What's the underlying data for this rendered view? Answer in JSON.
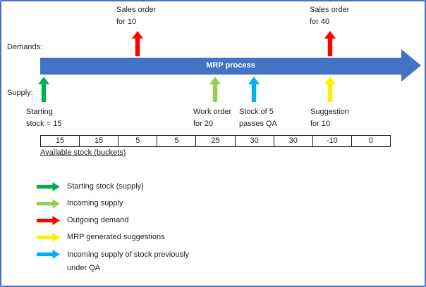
{
  "colors": {
    "process_blue": "#4472C4",
    "starting_green": "#00B050",
    "incoming_green": "#92D050",
    "demand_red": "#FF0000",
    "suggestion_yellow": "#FFF000",
    "qa_cyan": "#00B0F0",
    "frame_blue": "#4472C4"
  },
  "icons": {
    "up_arrow": "block-up-arrow",
    "right_arrow": "block-right-arrow"
  },
  "labels": {
    "demands": "Demands:",
    "supply": "Supply:"
  },
  "process_arrow": {
    "label": "MRP process"
  },
  "annotations": {
    "sales_order_1": {
      "line1": "Sales order",
      "line2": "for 10"
    },
    "sales_order_2": {
      "line1": "Sales order",
      "line2": "for 40"
    },
    "starting_stock": {
      "line1": "Starting",
      "line2": "stock = 15"
    },
    "work_order": {
      "line1": "Work order",
      "line2": "for 20"
    },
    "qa_stock": {
      "line1": "Stock of 5",
      "line2": "passes QA"
    },
    "suggestion": {
      "line1": "Suggestion",
      "line2": "for 10"
    }
  },
  "stock_table": {
    "values": [
      "15",
      "15",
      "5",
      "5",
      "25",
      "30",
      "30",
      "-10",
      "0"
    ],
    "caption": "Available stock (buckets)"
  },
  "legend": {
    "items": [
      {
        "color": "#00B050",
        "lines": [
          "Starting stock (supply)"
        ]
      },
      {
        "color": "#92D050",
        "lines": [
          "Incoming supply"
        ]
      },
      {
        "color": "#FF0000",
        "lines": [
          "Outgoing demand"
        ]
      },
      {
        "color": "#FFF000",
        "lines": [
          "MRP generated suggestions"
        ]
      },
      {
        "color": "#00B0F0",
        "lines": [
          "Incoming supply of stock previously",
          "under QA"
        ]
      }
    ]
  }
}
